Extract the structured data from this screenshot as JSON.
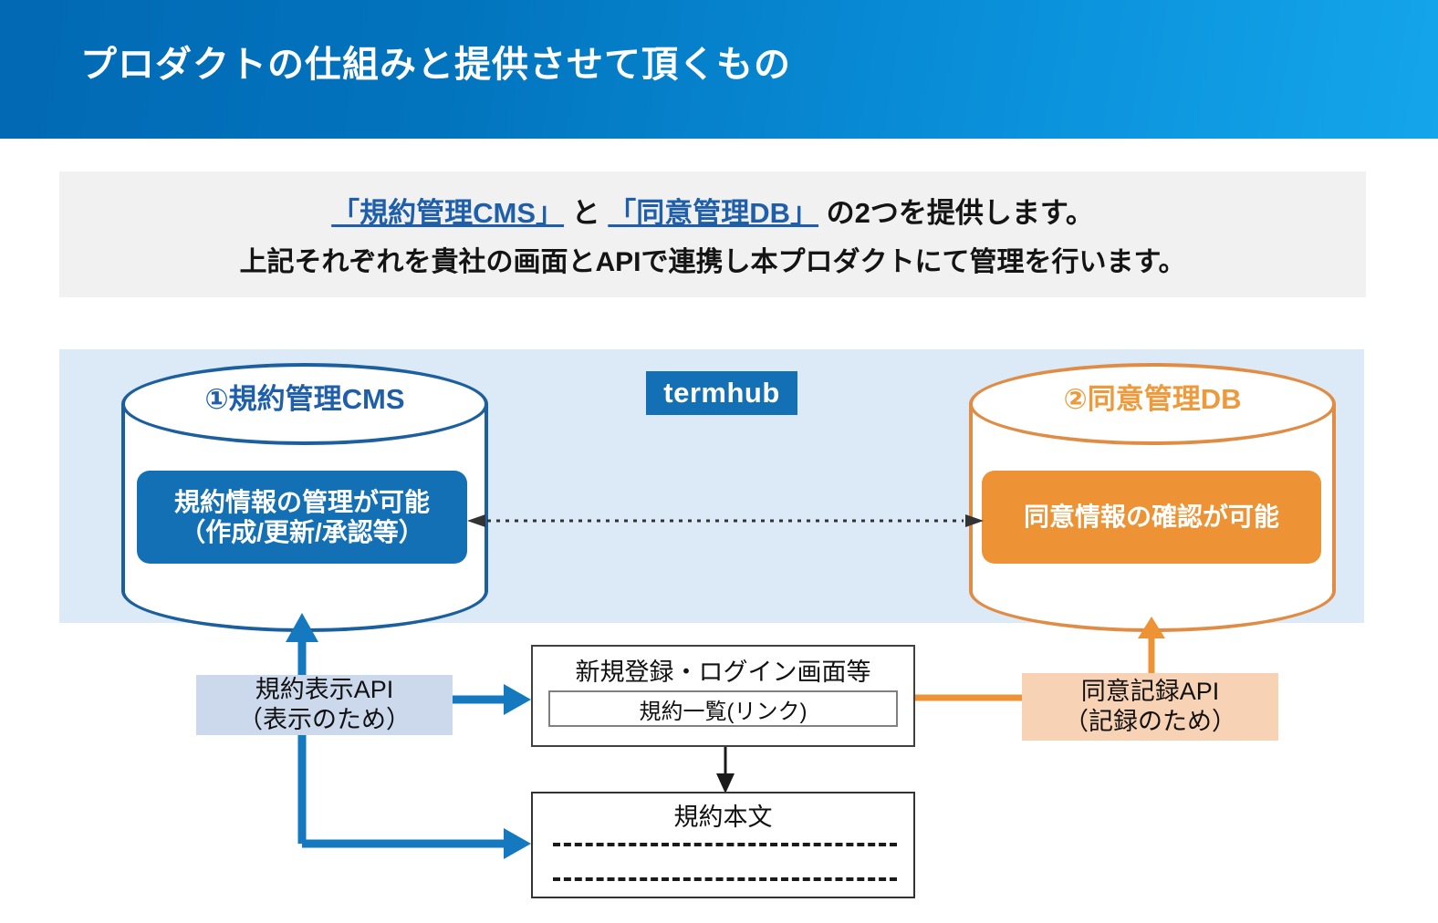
{
  "header": {
    "title": "プロダクトの仕組みと提供させて頂くもの",
    "gradient_from": "#0269b4",
    "gradient_to": "#14a5ea"
  },
  "summary": {
    "line1_link1": "「規約管理CMS」",
    "line1_mid": " と ",
    "line1_link2": "「同意管理DB」",
    "line1_tail": " の2つを提供します。",
    "line2": "上記それぞれを貴社の画面とAPIで連携し本プロダクトにて管理を行います。",
    "link_color": "#1f5faa",
    "panel_color": "#f1f1f1"
  },
  "diagram": {
    "panel_color": "#dce9f6",
    "badge": {
      "label": "termhub",
      "background": "#1470b5",
      "text_color": "#ffffff"
    },
    "cylinders": [
      {
        "id": "cms",
        "label": "①規約管理CMS",
        "outline_color": "#1b5f9e",
        "label_color": "#1f5faa",
        "pill_text_line1": "規約情報の管理が可能",
        "pill_text_line2": "（作成/更新/承認等）",
        "pill_color": "#1470b5"
      },
      {
        "id": "consent-db",
        "label": "②同意管理DB",
        "outline_color": "#e08c45",
        "label_color": "#ed9a3c",
        "pill_text_line1": "同意情報の確認が可能",
        "pill_text_line2": "",
        "pill_color": "#ed9336"
      }
    ],
    "link_between_cylinders": {
      "style": "dotted",
      "direction": "bidirectional",
      "color": "#333333"
    },
    "api_left": {
      "line1": "規約表示API",
      "line2": "（表示のため）",
      "background": "#ccd9ec",
      "connector_color": "#1579c0"
    },
    "api_right": {
      "line1": "同意記録API",
      "line2": "（記録のため）",
      "background": "#f7d2b4",
      "connector_color": "#ed9336"
    },
    "screen_box": {
      "title": "新規登録・ログイン画面等",
      "inner_label": "規約一覧(リンク)"
    },
    "terms_box": {
      "title": "規約本文",
      "body_lines": [
        "",
        ""
      ]
    }
  }
}
